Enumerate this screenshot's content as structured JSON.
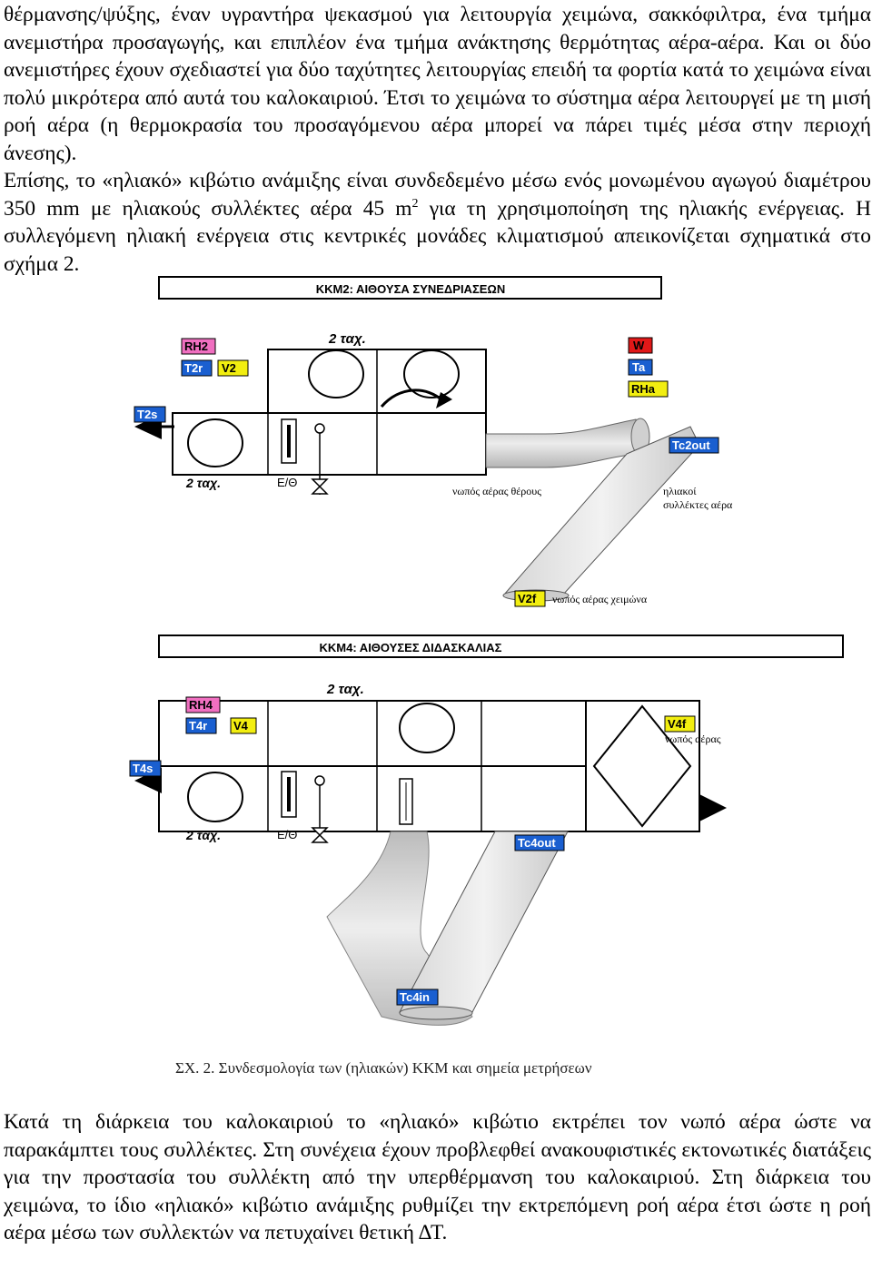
{
  "text": {
    "p1": "θέρμανσης/ψύξης, έναν υγραντήρα ψεκασμού για λειτουργία χειμώνα, σακκόφιλτρα, ένα τμήμα ανεμιστήρα προσαγωγής, και επιπλέον ένα τμήμα ανάκτησης θερμότητας αέρα-αέρα. Και οι δύο ανεμιστήρες έχουν σχεδιαστεί για δύο ταχύτητες λειτουργίας επειδή τα φορτία κατά το χειμώνα είναι πολύ μικρότερα από αυτά του καλοκαιριού. Έτσι το χειμώνα το σύστημα αέρα λειτουργεί  με τη μισή ροή αέρα (η θερμοκρασία του προσαγόμενου αέρα μπορεί να πάρει τιμές μέσα στην περιοχή άνεσης).",
    "p2_a": "Επίσης, το «ηλιακό» κιβώτιο ανάμιξης είναι συνδεδεμένο μέσω ενός μονωμένου αγωγού διαμέτρου 350 mm με ηλιακούς συλλέκτες αέρα  45 m",
    "p2_sup": "2",
    "p2_b": " για τη χρησιμοποίηση της ηλιακής ενέργειας. Η συλλεγόμενη  ηλιακή ενέργεια  στις κεντρικές μονάδες κλιματισμού απεικονίζεται σχηματικά στο σχήμα 2.",
    "p3": "Κατά τη διάρκεια του καλοκαιριού το «ηλιακό» κιβώτιο εκτρέπει τον νωπό αέρα ώστε να παρακάμπτει τους συλλέκτες. Στη συνέχεια έχουν προβλεφθεί ανακουφιστικές εκτονωτικές διατάξεις για την προστασία του συλλέκτη από την υπερθέρμανση του καλοκαιριού. Στη διάρκεια του χειμώνα, το ίδιο «ηλιακό» κιβώτιο ανάμιξης ρυθμίζει την εκτρεπόμενη ροή αέρα έτσι ώστε η ροή αέρα μέσω των συλλεκτών να πετυχαίνει θετική ΔΤ."
  },
  "figure": {
    "caption": "ΣΧ. 2. Συνδεσμολογία των (ηλιακών) ΚΚΜ και σημεία μετρήσεων",
    "unit1": {
      "title": "ΚΚΜ2: ΑΙΘΟΥΣΑ ΣΥΝΕΔΡΙΑΣΕΩΝ",
      "speed_top": "2 ταχ.",
      "speed_bottom": "2 ταχ.",
      "eth": "Ε/Θ",
      "fresh_summer": "νωπός αέρας θέρους",
      "collectors_line1": "ηλιακοί",
      "collectors_line2": "συλλέκτες αέρα",
      "fresh_winter": "νωπός αέρας χειμώνα",
      "sensors": {
        "rh": "RH2",
        "tr": "T2r",
        "v": "V2",
        "ts": "T2s",
        "w": "W",
        "ta": "Ta",
        "rha": "RHa",
        "tcout": "Tc2out",
        "vf": "V2f"
      }
    },
    "unit2": {
      "title": "ΚΚΜ4: ΑΙΘΟΥΣΕΣ ΔΙΔΑΣΚΑΛΙΑΣ",
      "speed_top": "2 ταχ.",
      "speed_bottom": "2 ταχ.",
      "eth": "Ε/Θ",
      "fresh": "νωπός αέρας",
      "sensors": {
        "rh": "RH4",
        "tr": "T4r",
        "v": "V4",
        "ts": "T4s",
        "vf": "V4f",
        "tcout": "Tc4out",
        "tcin": "Tc4in"
      }
    },
    "colors": {
      "blue_label": "#1a5fd0",
      "yellow_label": "#f2ee10",
      "pink_label": "#f06fc0",
      "red_label": "#e01818",
      "duct": "#c9c9c9"
    }
  }
}
